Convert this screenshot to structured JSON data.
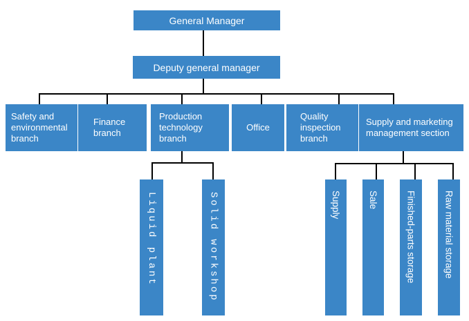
{
  "colors": {
    "node_fill": "#3b86c7",
    "node_text": "#ffffff",
    "connector": "#000000",
    "background": "#ffffff"
  },
  "org": {
    "root": "General Manager",
    "deputy": "Deputy general manager",
    "branches": [
      "Safety and environmental branch",
      "Finance branch",
      "Production technology branch",
      "Office",
      "Quality inspection branch",
      "Supply and marketing management section"
    ],
    "production_children": [
      "Liquid plant",
      "Solid workshop"
    ],
    "supply_children": [
      "Supply",
      "Sale",
      "Finished-parts storage",
      "Raw material storage"
    ]
  }
}
